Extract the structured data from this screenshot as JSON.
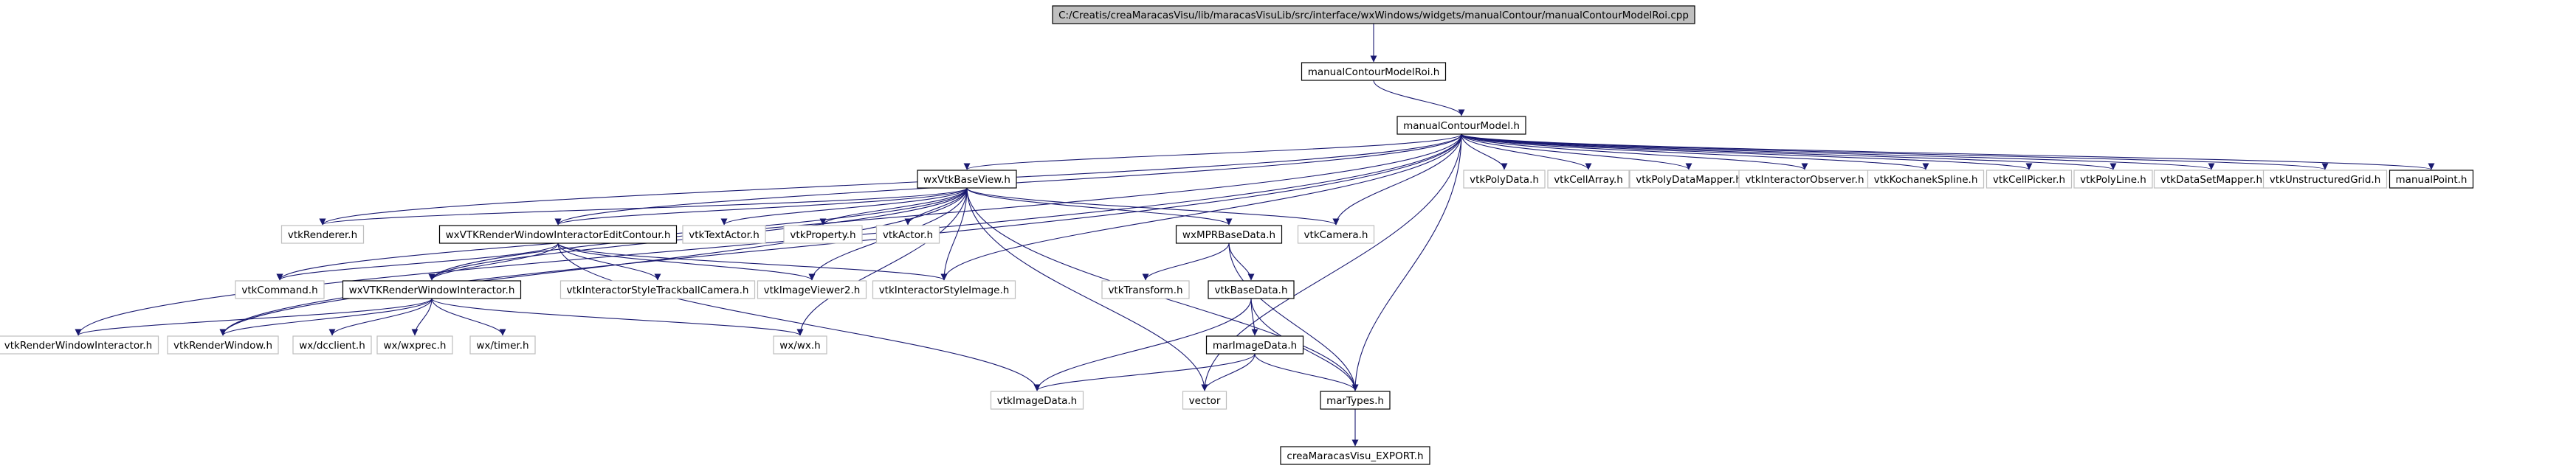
{
  "graph": {
    "colors": {
      "edge": "#191970",
      "root_fill": "#bfbfbf",
      "node_border": "#000000",
      "external_border": "#bfbfbf",
      "background": "#ffffff"
    },
    "nodes": [
      {
        "id": "root",
        "label": "C:/Creatis/creaMaracasVisu/lib/maracasVisuLib/src/interface/wxWindows/widgets/manualContour/manualContourModelRoi.cpp",
        "kind": "root"
      },
      {
        "id": "mcmroi_h",
        "label": "manualContourModelRoi.h",
        "kind": "internal"
      },
      {
        "id": "mcm_h",
        "label": "manualContourModel.h",
        "kind": "internal"
      },
      {
        "id": "wxvtkbase",
        "label": "wxVtkBaseView.h",
        "kind": "internal"
      },
      {
        "id": "vtkpolydata",
        "label": "vtkPolyData.h",
        "kind": "external"
      },
      {
        "id": "vtkcellarray",
        "label": "vtkCellArray.h",
        "kind": "external"
      },
      {
        "id": "vtkpolydatamapper",
        "label": "vtkPolyDataMapper.h",
        "kind": "external"
      },
      {
        "id": "vtkinteractorobserver",
        "label": "vtkInteractorObserver.h",
        "kind": "external"
      },
      {
        "id": "vtkkochanek",
        "label": "vtkKochanekSpline.h",
        "kind": "external"
      },
      {
        "id": "vtkcellpicker",
        "label": "vtkCellPicker.h",
        "kind": "external"
      },
      {
        "id": "vtkpolyline",
        "label": "vtkPolyLine.h",
        "kind": "external"
      },
      {
        "id": "vtkdatasetmapper",
        "label": "vtkDataSetMapper.h",
        "kind": "external"
      },
      {
        "id": "vtkunstructured",
        "label": "vtkUnstructuredGrid.h",
        "kind": "external"
      },
      {
        "id": "manualpoint",
        "label": "manualPoint.h",
        "kind": "internal"
      },
      {
        "id": "vtkrenderer",
        "label": "vtkRenderer.h",
        "kind": "external"
      },
      {
        "id": "wxvtkrwiec",
        "label": "wxVTKRenderWindowInteractorEditContour.h",
        "kind": "internal"
      },
      {
        "id": "vtktextactor",
        "label": "vtkTextActor.h",
        "kind": "external"
      },
      {
        "id": "vtkproperty",
        "label": "vtkProperty.h",
        "kind": "external"
      },
      {
        "id": "vtkactor",
        "label": "vtkActor.h",
        "kind": "external"
      },
      {
        "id": "wxmprbase",
        "label": "wxMPRBaseData.h",
        "kind": "internal"
      },
      {
        "id": "vtkcamera",
        "label": "vtkCamera.h",
        "kind": "external"
      },
      {
        "id": "vtkcommand",
        "label": "vtkCommand.h",
        "kind": "external"
      },
      {
        "id": "wxvtkrwi",
        "label": "wxVTKRenderWindowInteractor.h",
        "kind": "internal"
      },
      {
        "id": "vtkisttrackball",
        "label": "vtkInteractorStyleTrackballCamera.h",
        "kind": "external"
      },
      {
        "id": "vtkimageviewer2",
        "label": "vtkImageViewer2.h",
        "kind": "external"
      },
      {
        "id": "vtkisimage",
        "label": "vtkInteractorStyleImage.h",
        "kind": "external"
      },
      {
        "id": "vtktransform",
        "label": "vtkTransform.h",
        "kind": "external"
      },
      {
        "id": "vtkbasedata",
        "label": "vtkBaseData.h",
        "kind": "internal"
      },
      {
        "id": "vtkrwi",
        "label": "vtkRenderWindowInteractor.h",
        "kind": "external"
      },
      {
        "id": "vtkrenderwindow",
        "label": "vtkRenderWindow.h",
        "kind": "external"
      },
      {
        "id": "wxdcclient",
        "label": "wx/dcclient.h",
        "kind": "external"
      },
      {
        "id": "wxwxprec",
        "label": "wx/wxprec.h",
        "kind": "external"
      },
      {
        "id": "wxtimer",
        "label": "wx/timer.h",
        "kind": "external"
      },
      {
        "id": "wxwx",
        "label": "wx/wx.h",
        "kind": "external"
      },
      {
        "id": "marimagedata",
        "label": "marImageData.h",
        "kind": "internal"
      },
      {
        "id": "vtkimagedata",
        "label": "vtkImageData.h",
        "kind": "external"
      },
      {
        "id": "vector",
        "label": "vector",
        "kind": "external"
      },
      {
        "id": "martypes",
        "label": "marTypes.h",
        "kind": "internal"
      },
      {
        "id": "creaexport",
        "label": "creaMaracasVisu_EXPORT.h",
        "kind": "internal"
      }
    ],
    "edges": [
      [
        "root",
        "mcmroi_h"
      ],
      [
        "mcmroi_h",
        "mcm_h"
      ],
      [
        "mcm_h",
        "wxvtkbase"
      ],
      [
        "mcm_h",
        "vtkpolydata"
      ],
      [
        "mcm_h",
        "vtkcellarray"
      ],
      [
        "mcm_h",
        "vtkpolydatamapper"
      ],
      [
        "mcm_h",
        "vtkinteractorobserver"
      ],
      [
        "mcm_h",
        "vtkkochanek"
      ],
      [
        "mcm_h",
        "vtkcellpicker"
      ],
      [
        "mcm_h",
        "vtkpolyline"
      ],
      [
        "mcm_h",
        "vtkdatasetmapper"
      ],
      [
        "mcm_h",
        "vtkunstructured"
      ],
      [
        "mcm_h",
        "manualpoint"
      ],
      [
        "mcm_h",
        "vtkrenderer"
      ],
      [
        "mcm_h",
        "wxvtkrwiec"
      ],
      [
        "mcm_h",
        "wxvtkrwi"
      ],
      [
        "mcm_h",
        "vtkrwi"
      ],
      [
        "mcm_h",
        "vtkrenderwindow"
      ],
      [
        "mcm_h",
        "vtkcamera"
      ],
      [
        "mcm_h",
        "vtkisimage"
      ],
      [
        "mcm_h",
        "vector"
      ],
      [
        "mcm_h",
        "martypes"
      ],
      [
        "wxvtkbase",
        "vtkrenderer"
      ],
      [
        "wxvtkbase",
        "wxvtkrwiec"
      ],
      [
        "wxvtkbase",
        "vtktextactor"
      ],
      [
        "wxvtkbase",
        "vtkproperty"
      ],
      [
        "wxvtkbase",
        "vtkactor"
      ],
      [
        "wxvtkbase",
        "wxmprbase"
      ],
      [
        "wxvtkbase",
        "vtkcamera"
      ],
      [
        "wxvtkbase",
        "vtkcommand"
      ],
      [
        "wxvtkbase",
        "wxvtkrwi"
      ],
      [
        "wxvtkbase",
        "vtkimageviewer2"
      ],
      [
        "wxvtkbase",
        "vtkisimage"
      ],
      [
        "wxvtkbase",
        "vtkrenderwindow"
      ],
      [
        "wxvtkbase",
        "wxwx"
      ],
      [
        "wxvtkbase",
        "vector"
      ],
      [
        "wxvtkbase",
        "martypes"
      ],
      [
        "wxvtkrwiec",
        "vtkcommand"
      ],
      [
        "wxvtkrwiec",
        "wxvtkrwi"
      ],
      [
        "wxvtkrwiec",
        "vtkisttrackball"
      ],
      [
        "wxvtkrwiec",
        "vtkimageviewer2"
      ],
      [
        "wxvtkrwiec",
        "vtkisimage"
      ],
      [
        "wxvtkrwiec",
        "vtkimagedata"
      ],
      [
        "wxvtkrwi",
        "vtkrwi"
      ],
      [
        "wxvtkrwi",
        "vtkrenderwindow"
      ],
      [
        "wxvtkrwi",
        "wxdcclient"
      ],
      [
        "wxvtkrwi",
        "wxwxprec"
      ],
      [
        "wxvtkrwi",
        "wxtimer"
      ],
      [
        "wxvtkrwi",
        "wxwx"
      ],
      [
        "wxmprbase",
        "vtktransform"
      ],
      [
        "wxmprbase",
        "vtkbasedata"
      ],
      [
        "wxmprbase",
        "martypes"
      ],
      [
        "vtkbasedata",
        "marimagedata"
      ],
      [
        "vtkbasedata",
        "vtkimagedata"
      ],
      [
        "vtkbasedata",
        "martypes"
      ],
      [
        "marimagedata",
        "vtkimagedata"
      ],
      [
        "marimagedata",
        "vector"
      ],
      [
        "marimagedata",
        "martypes"
      ],
      [
        "martypes",
        "creaexport"
      ]
    ]
  }
}
